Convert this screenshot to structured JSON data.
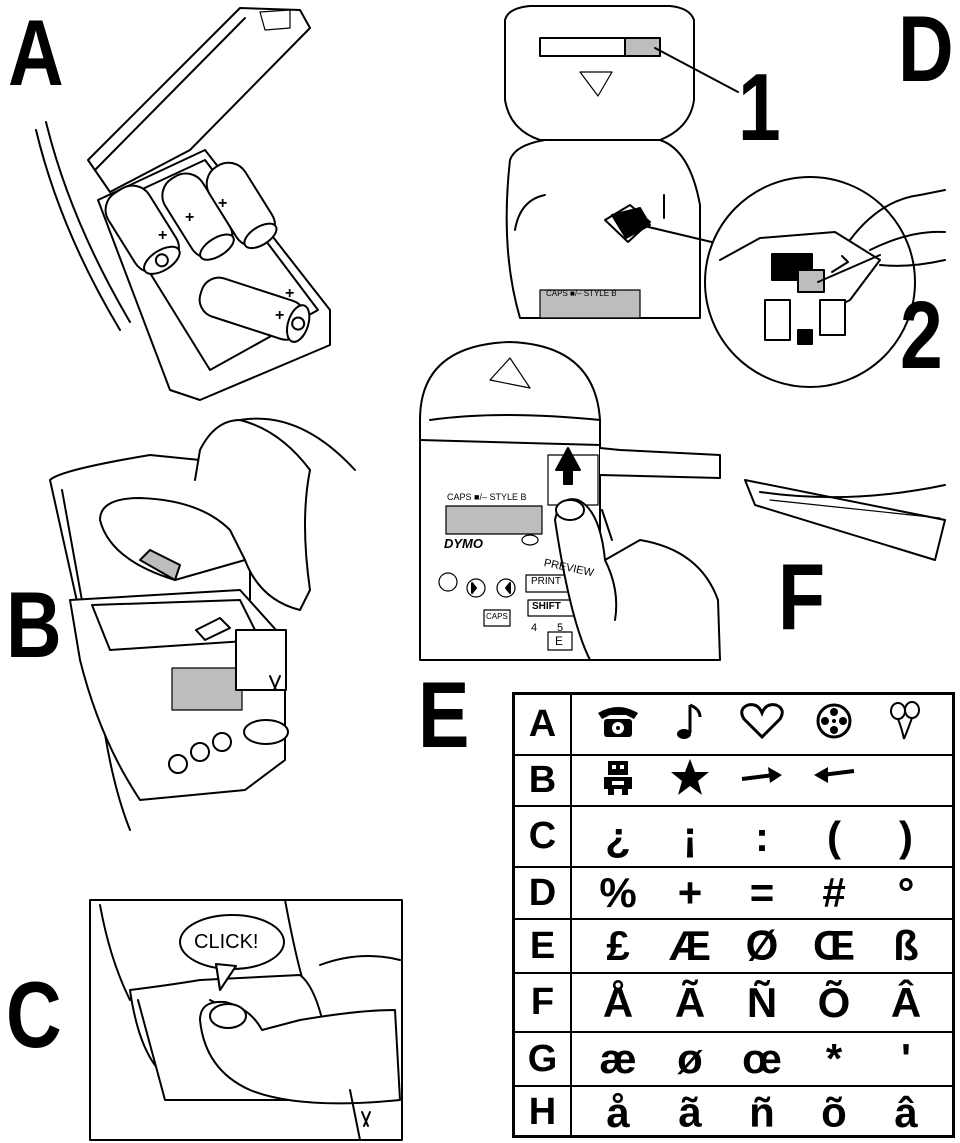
{
  "panels": {
    "a": "A",
    "b": "B",
    "c": "C",
    "d": "D",
    "e": "E",
    "f": "F"
  },
  "callouts": {
    "one": "1",
    "two": "2"
  },
  "device_labels": {
    "caps_style_top": "CAPS ■/– STYLE  B",
    "caps_style_mid": "CAPS ■/– STYLE B",
    "brand": "DYMO",
    "preview": "PREVIEW",
    "print": "PRINT",
    "shift": "SHIFT",
    "caps_key": "CAPS",
    "key_4": "4",
    "key_5": "5",
    "key_e": "E"
  },
  "click_bubble": "CLICK!",
  "table": {
    "rows": [
      {
        "label": "A",
        "cells": [
          "telephone-icon",
          "music-note-icon",
          "heart-icon",
          "film-reel-icon",
          "balloons-icon"
        ]
      },
      {
        "label": "B",
        "cells": [
          "robot-icon",
          "star-icon",
          "arrow-right-icon",
          "arrow-left-icon",
          ""
        ]
      },
      {
        "label": "C",
        "cells": [
          "¿",
          "¡",
          ":",
          "(",
          ")"
        ]
      },
      {
        "label": "D",
        "cells": [
          "%",
          "+",
          "=",
          "#",
          "°"
        ]
      },
      {
        "label": "E",
        "cells": [
          "£",
          "Æ",
          "Ø",
          "Œ",
          "ß"
        ]
      },
      {
        "label": "F",
        "cells": [
          "Å",
          "Ã",
          "Ñ",
          "Õ",
          "Â"
        ]
      },
      {
        "label": "G",
        "cells": [
          "æ",
          "ø",
          "œ",
          "*",
          "'"
        ]
      },
      {
        "label": "H",
        "cells": [
          "å",
          "ã",
          "ñ",
          "õ",
          "â"
        ]
      }
    ]
  }
}
